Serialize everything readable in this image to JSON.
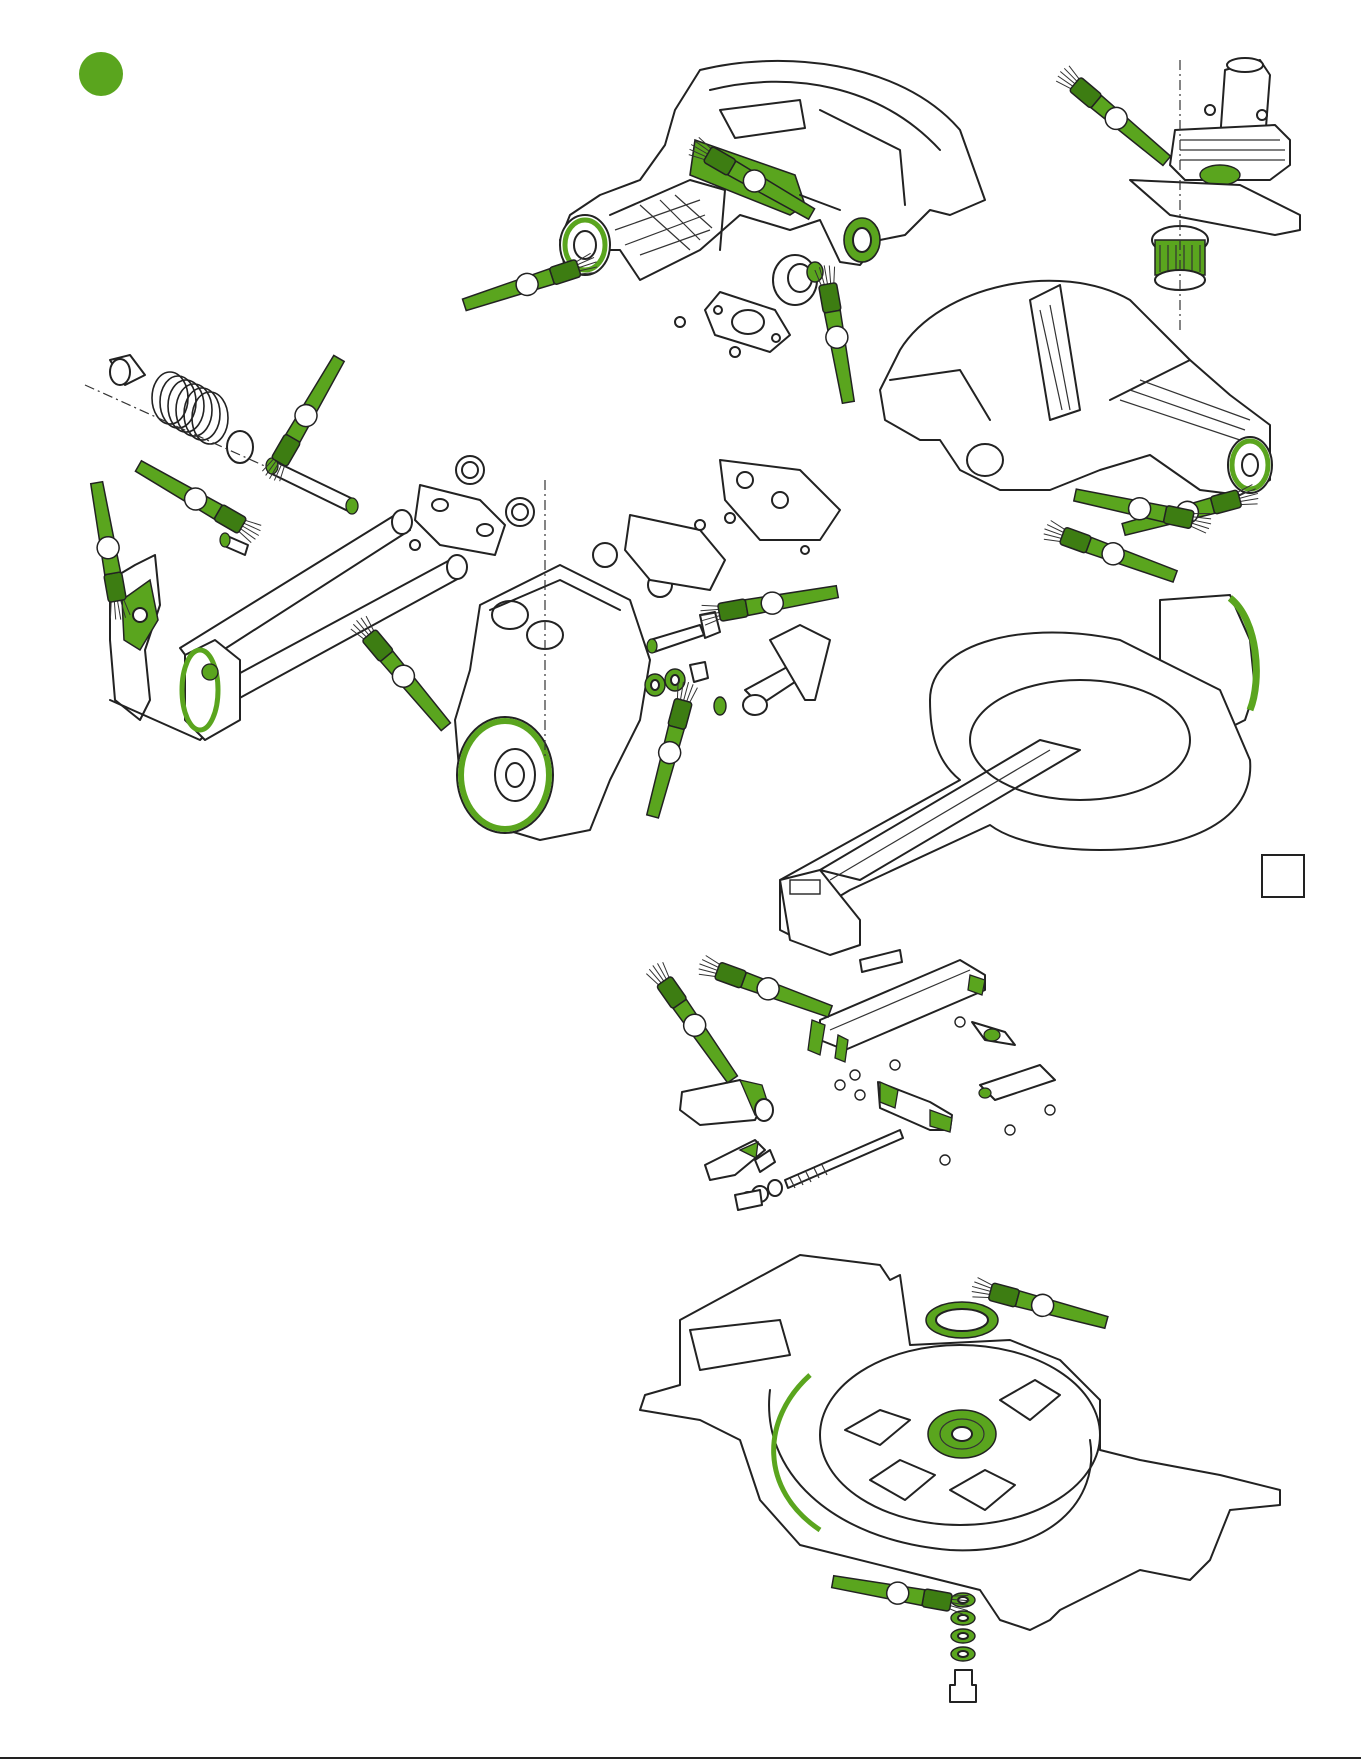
{
  "colors": {
    "accent_green": "#5aa51e",
    "green_dark": "#3d7d12",
    "line": "#222222",
    "background": "#ffffff"
  },
  "section_marker": {
    "color": "#5aa51e"
  },
  "page_tab": {
    "label": ""
  },
  "brushes": [
    {
      "id": 1,
      "icon": "grease-brush-icon"
    },
    {
      "id": 2,
      "icon": "grease-brush-icon"
    },
    {
      "id": 3,
      "icon": "grease-brush-icon"
    },
    {
      "id": 4,
      "icon": "grease-brush-icon"
    },
    {
      "id": 5,
      "icon": "grease-brush-icon"
    },
    {
      "id": 6,
      "icon": "grease-brush-icon"
    },
    {
      "id": 7,
      "icon": "grease-brush-icon"
    },
    {
      "id": 8,
      "icon": "grease-brush-icon"
    },
    {
      "id": 9,
      "icon": "grease-brush-icon"
    },
    {
      "id": 10,
      "icon": "grease-brush-icon"
    },
    {
      "id": 11,
      "icon": "grease-brush-icon"
    },
    {
      "id": 12,
      "icon": "grease-brush-icon"
    },
    {
      "id": 13,
      "icon": "grease-brush-icon"
    },
    {
      "id": 14,
      "icon": "grease-brush-icon"
    },
    {
      "id": 15,
      "icon": "grease-brush-icon"
    },
    {
      "id": 16,
      "icon": "grease-brush-icon"
    },
    {
      "id": 17,
      "icon": "grease-brush-icon"
    }
  ]
}
